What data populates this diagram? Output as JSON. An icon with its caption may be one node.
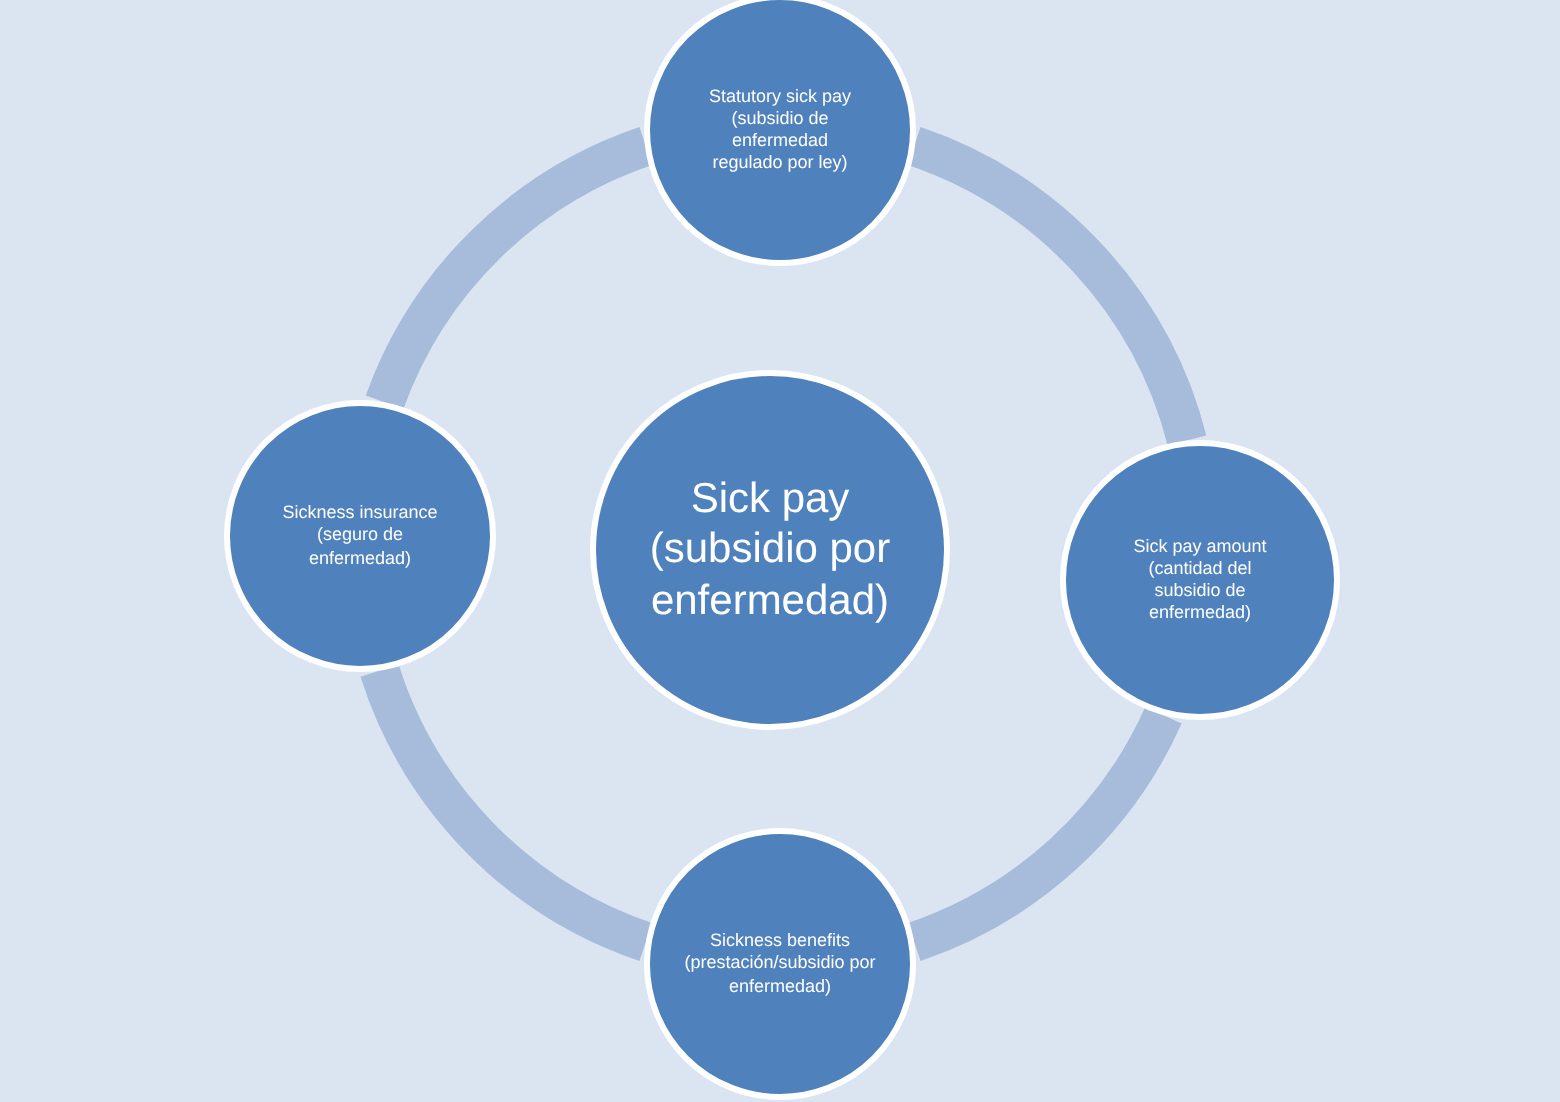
{
  "diagram": {
    "nodes": [
      {
        "text": [
          "Sick pay (subsidio por enfermedad)"
        ]
      },
      {
        "text": [
          "Statutory sick pay (subsidio de enfermedad regulado por ley)"
        ]
      },
      {
        "text": [
          "Sick pay amount (cantidad del subsidio de enfermedad)"
        ]
      },
      {
        "text": [
          "Sickness benefits (prestación/subsidio por enfermedad)"
        ]
      },
      {
        "text": [
          "Sickness insurance (seguro de enfermedad)"
        ]
      }
    ],
    "edges": [
      {
        "from": 1,
        "to": 2,
        "arrow": "none"
      },
      {
        "from": 2,
        "to": 3,
        "arrow": "none"
      },
      {
        "from": 3,
        "to": 4,
        "arrow": "none"
      },
      {
        "from": 4,
        "to": 1,
        "arrow": "none"
      }
    ]
  }
}
